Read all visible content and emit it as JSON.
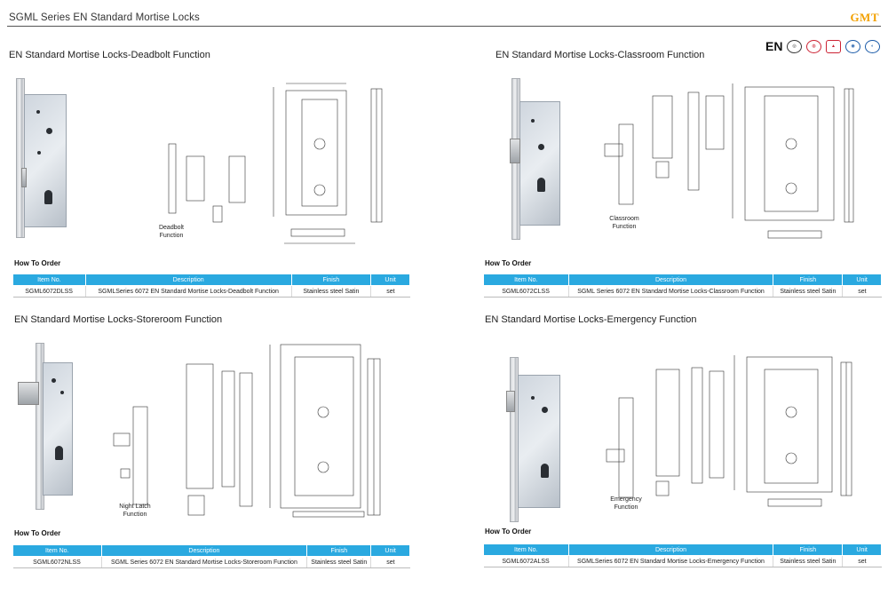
{
  "header": {
    "title": "SGML Series EN Standard Mortise Locks",
    "brand": "GMT"
  },
  "certifications": {
    "en_label": "EN",
    "marks": [
      "ccc-mark-icon",
      "nta-mark-icon",
      "cx-mark-icon",
      "global-mark-icon",
      "cnas-mark-icon"
    ]
  },
  "order_table_columns": [
    "Item No.",
    "Description",
    "Finish",
    "Unit"
  ],
  "sections": [
    {
      "title": "EN Standard Mortise Locks-Deadbolt Function",
      "caption": "Deadbolt\nFunction",
      "order_label": "How To Order",
      "row": {
        "item_no": "SGML6072DLSS",
        "description": "SGMLSeries 6072 EN Standard Mortise Locks-Deadbolt Function",
        "finish": "Stainless steel Satin",
        "unit": "set"
      }
    },
    {
      "title": "EN Standard Mortise Locks-Classroom Function",
      "caption": "Classroom\nFunction",
      "order_label": "How To Order",
      "row": {
        "item_no": "SGML6072CLSS",
        "description": "SGML Series 6072 EN Standard Mortise Locks-Classroom Function",
        "finish": "Stainless steel Satin",
        "unit": "set"
      }
    },
    {
      "title": "EN Standard Mortise Locks-Storeroom Function",
      "caption": "Night Latch\nFunction",
      "order_label": "How To Order",
      "row": {
        "item_no": "SGML6072NLSS",
        "description": "SGML Series 6072 EN Standard Mortise Locks-Storeroom  Function",
        "finish": "Stainless steel Satin",
        "unit": "set"
      }
    },
    {
      "title": "EN Standard Mortise Locks-Emergency Function",
      "caption": "Emergency\nFunction",
      "order_label": "How To Order",
      "row": {
        "item_no": "SGML6072ALSS",
        "description": "SGMLSeries 6072 EN Standard Mortise Locks-Emergency Function",
        "finish": "Stainless steel Satin",
        "unit": "set"
      }
    }
  ],
  "colors": {
    "table_header": "#2aa9e0",
    "brand": "#f2a000",
    "rule": "#555555"
  }
}
